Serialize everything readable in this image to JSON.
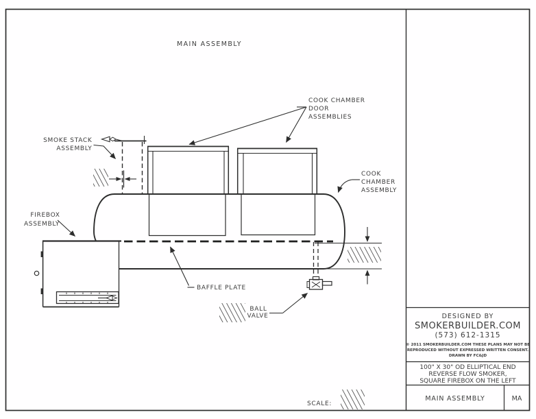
{
  "drawing": {
    "view_title": "MAIN ASSEMBLY",
    "labels": {
      "cook_chamber_doors": [
        "COOK CHAMBER",
        "DOOR",
        "ASSEMBLIES"
      ],
      "smoke_stack": [
        "SMOKE STACK",
        "ASSEMBLY"
      ],
      "firebox": [
        "FIREBOX",
        "ASSEMBLY"
      ],
      "cook_chamber": [
        "COOK",
        "CHAMBER",
        "ASSEMBLY"
      ],
      "baffle_plate": "BAFFLE PLATE",
      "ball_valve": [
        "BALL",
        "VALVE"
      ],
      "scale_label": "SCALE:"
    }
  },
  "title_block": {
    "designed_by": "DESIGNED BY",
    "company": "SMOKERBUILDER.COM",
    "phone": "(573) 612-1315",
    "copyright": [
      "© 2011 SMOKERBUILDER.COM THESE PLANS MAY NOT BE",
      "REPRODUCED WITHOUT EXPRESSED WRITTEN CONSENT.",
      "DRAWN BY FC&JD"
    ],
    "description": [
      "100\" X 30\" OD ELLIPTICAL END",
      "REVERSE FLOW SMOKER,",
      "SQUARE FIREBOX ON THE LEFT"
    ],
    "sheet_title": "MAIN ASSEMBLY",
    "sheet_code": "MA"
  },
  "colors": {
    "ink": "#2d2d2d",
    "paper": "#ffffff"
  }
}
